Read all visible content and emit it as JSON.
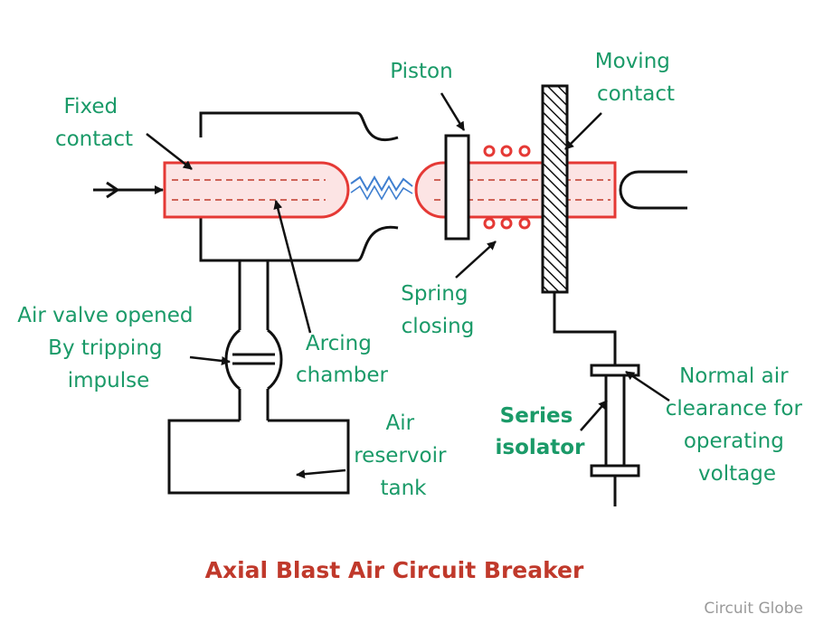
{
  "title": "Axial Blast Air Circuit Breaker",
  "watermark": "Circuit Globe",
  "labels": {
    "fixed_contact": [
      "Fixed",
      "contact"
    ],
    "piston": "Piston",
    "moving_contact": [
      "Moving",
      "contact"
    ],
    "spring_closing": [
      "Spring",
      "closing"
    ],
    "air_valve": [
      "Air valve opened",
      "By tripping",
      "impulse"
    ],
    "arcing_chamber": [
      "Arcing",
      "chamber"
    ],
    "air_reservoir": [
      "Air",
      "reservoir",
      "tank"
    ],
    "series_isolator": [
      "Series",
      "isolator"
    ],
    "normal_air_clearance": [
      "Normal air",
      "clearance for",
      "operating",
      "voltage"
    ]
  },
  "colors": {
    "label": "#1a9a68",
    "title": "#c0392b",
    "contact_outline": "#e53935",
    "contact_fill": "#fce4e4",
    "spring": "#e53935",
    "arc": "#3f7fd0",
    "line": "#111111",
    "watermark": "#9a9a9a"
  }
}
